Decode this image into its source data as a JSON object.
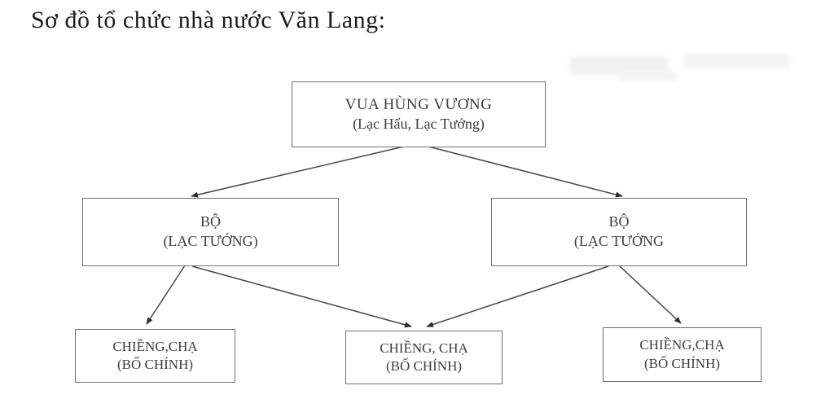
{
  "page": {
    "title": "Sơ đồ tổ chức nhà nước Văn Lang:"
  },
  "colors": {
    "background": "#ffffff",
    "box_border": "#6f6f6f",
    "text": "#3d3d3d",
    "title_text": "#1c1c1c",
    "arrow": "#474747"
  },
  "diagram": {
    "type": "org-chart",
    "nodes": {
      "root": {
        "line1": "VUA HÙNG VƯƠNG",
        "line2": "(Lạc Hẩu, Lạc Tướng)"
      },
      "bo_left": {
        "line1": "BỘ",
        "line2": "(LẠC TƯỚNG)"
      },
      "bo_right": {
        "line1": "BỘ",
        "line2": "(LẠC TƯỚNG"
      },
      "chieng_left": {
        "line1": "CHIỀNG,CHẠ",
        "line2": "(BỐ CHÍNH)"
      },
      "chieng_mid": {
        "line1": "CHIỀNG, CHẠ",
        "line2": "(BỐ CHÍNH)"
      },
      "chieng_right": {
        "line1": "CHIỀNG,CHẠ",
        "line2": "(BỐ CHÍNH)"
      }
    },
    "edges": [
      {
        "from": "root",
        "to": "bo_left"
      },
      {
        "from": "root",
        "to": "bo_right"
      },
      {
        "from": "bo_left",
        "to": "chieng_left"
      },
      {
        "from": "bo_left",
        "to": "chieng_mid"
      },
      {
        "from": "bo_right",
        "to": "chieng_mid"
      },
      {
        "from": "bo_right",
        "to": "chieng_right"
      }
    ]
  }
}
